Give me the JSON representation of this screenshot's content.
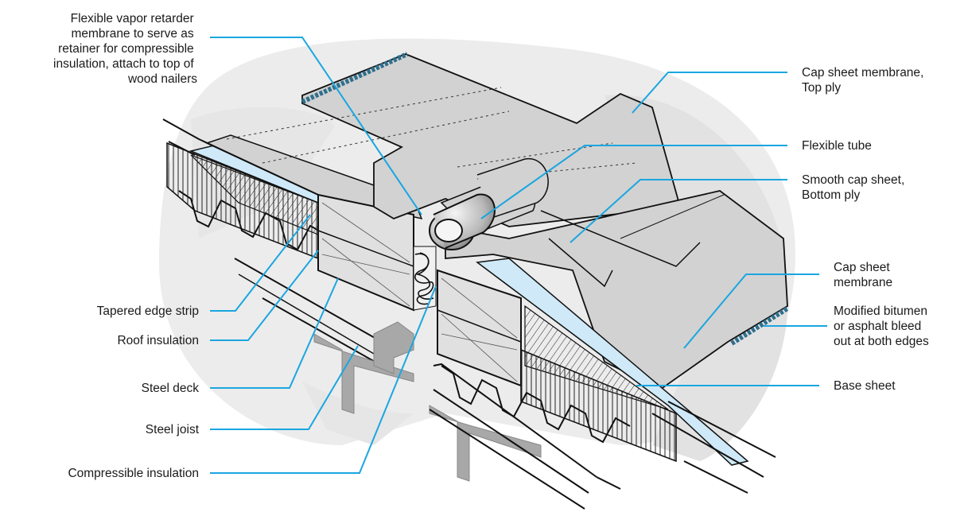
{
  "labels": {
    "flexible_vapor_retarder": [
      "Flexible vapor retarder",
      "membrane to serve as",
      "retainer for compressible",
      "insulation, attach to top of",
      "wood nailers"
    ],
    "tapered_edge_strip": [
      "Tapered edge strip"
    ],
    "roof_insulation": [
      "Roof insulation"
    ],
    "steel_deck": [
      "Steel deck"
    ],
    "steel_joist": [
      "Steel joist"
    ],
    "compressible_insulation": [
      "Compressible insulation"
    ],
    "cap_sheet_top_ply": [
      "Cap sheet membrane,",
      "Top ply"
    ],
    "flexible_tube": [
      "Flexible tube"
    ],
    "smooth_cap_sheet": [
      "Smooth cap sheet,",
      "Bottom ply"
    ],
    "cap_sheet_membrane": [
      "Cap sheet",
      "membrane"
    ],
    "modified_bitumen": [
      "Modified bitumen",
      "or asphalt bleed",
      "out at both edges"
    ],
    "base_sheet": [
      "Base sheet"
    ]
  },
  "colors": {
    "leader": "#1aa6e0",
    "outline": "#111111",
    "membrane": "#d2d2d2",
    "shadow": "#e4e4e4",
    "base_sheet": "#cfe9f8",
    "bleed": "#2e6f8c",
    "steel": "#a8a8a8"
  }
}
